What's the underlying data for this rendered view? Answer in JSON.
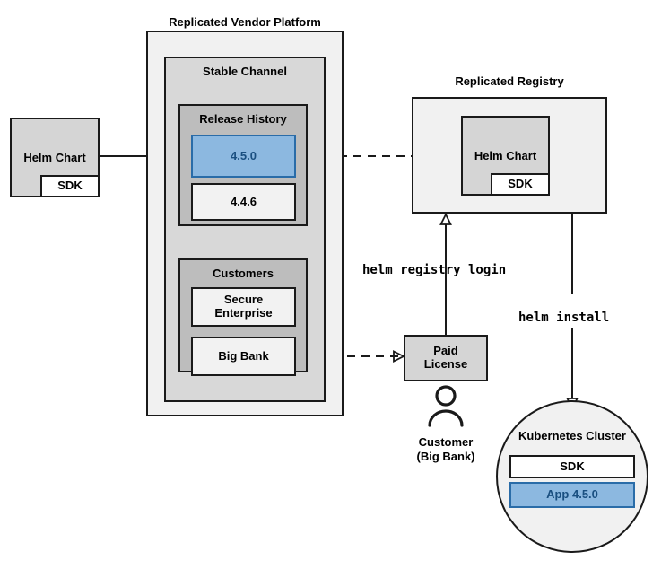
{
  "diagram": {
    "title_platform": "Replicated Vendor Platform",
    "title_registry": "Replicated Registry",
    "helm_chart_left": {
      "label": "Helm Chart",
      "sdk_label": "SDK"
    },
    "platform": {
      "channel_label": "Stable Channel",
      "release_history": {
        "label": "Release History",
        "releases": [
          {
            "version": "4.5.0",
            "highlighted": true
          },
          {
            "version": "4.4.6",
            "highlighted": false
          }
        ]
      },
      "customers": {
        "label": "Customers",
        "items": [
          {
            "name": "Secure\nEnterprise"
          },
          {
            "name": "Big Bank"
          }
        ]
      }
    },
    "registry": {
      "helm_chart_label": "Helm Chart",
      "sdk_label": "SDK"
    },
    "paid_license": {
      "line1": "Paid",
      "line2": "License"
    },
    "customer_actor": {
      "line1": "Customer",
      "line2": "(Big Bank)"
    },
    "commands": {
      "registry_login": "helm registry login",
      "install": "helm install"
    },
    "cluster": {
      "label": "Kubernetes Cluster",
      "sdk_label": "SDK",
      "app_label": "App 4.5.0"
    },
    "colors": {
      "accent_blue_fill": "#8cb8e0",
      "accent_blue_border": "#2a6ca8",
      "accent_blue_text": "#1a4f80",
      "outline": "#1a1a1a",
      "outer_fill": "#f1f1f1",
      "mid_fill": "#d8d8d8",
      "dark_fill": "#bdbdbd",
      "light_fill": "#f2f2f2"
    }
  }
}
